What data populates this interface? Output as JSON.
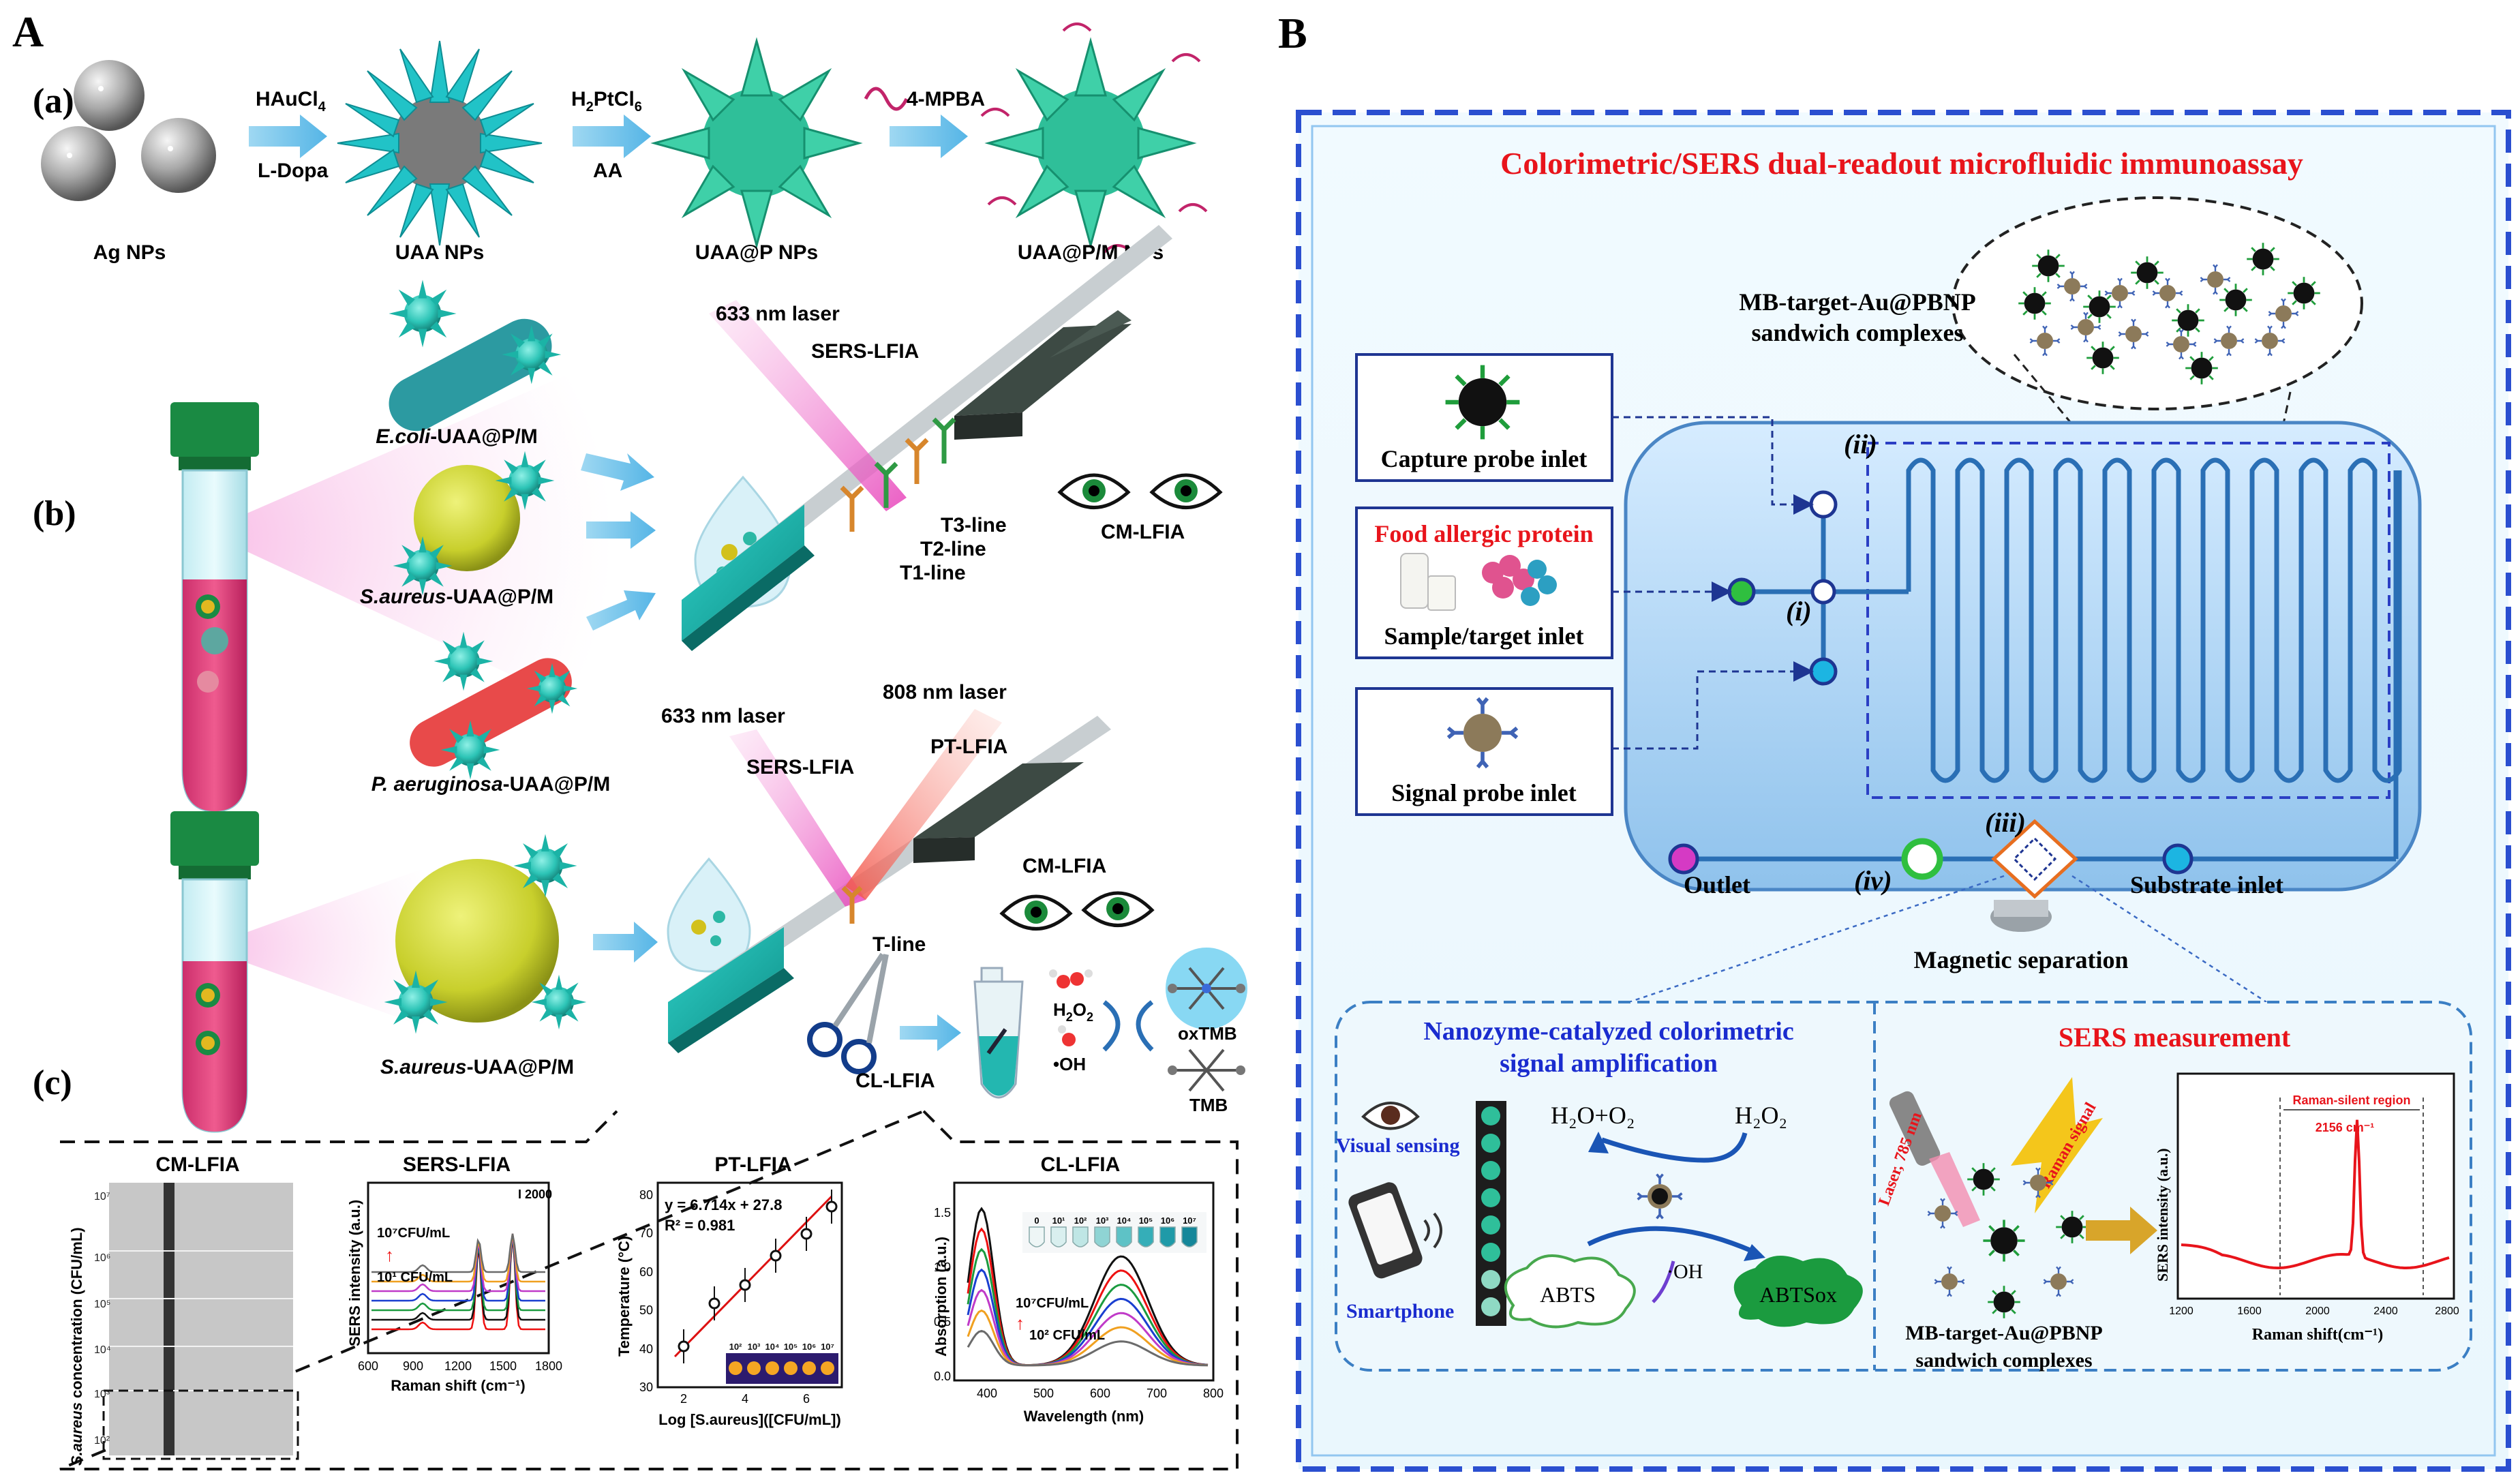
{
  "panelA": {
    "letter": "A",
    "a": {
      "tag": "(a)",
      "step1_reagent_top": "HAuCl",
      "step1_reagent_top_sub": "4",
      "step1_reagent_bottom": "L-Dopa",
      "step2_reagent_top_pre": "H",
      "step2_reagent_top_sub1": "2",
      "step2_reagent_top_mid": "PtCl",
      "step2_reagent_top_sub2": "6",
      "step2_reagent_bottom": "AA",
      "step3_reagent": "4-MPBA",
      "np1": "Ag NPs",
      "np2": "UAA NPs",
      "np3": "UAA@P NPs",
      "np4": "UAA@P/M NPs"
    },
    "b": {
      "tag": "(b)",
      "ecoli_italic": "E.coli",
      "ecoli_rest": "-UAA@P/M",
      "saureus_italic": "S.aureus",
      "saureus_rest": "-UAA@P/M",
      "paer_italic": "P. aeruginosa",
      "paer_rest": "-UAA@P/M",
      "laser_top": "633 nm laser",
      "sers_top": "SERS-LFIA",
      "t3": "T3-line",
      "t2": "T2-line",
      "t1": "T1-line",
      "cm_top": "CM-LFIA",
      "laser633_lower": "633 nm laser",
      "laser808": "808 nm laser",
      "sers_lower": "SERS-LFIA",
      "pt_lower": "PT-LFIA",
      "cm_lower": "CM-LFIA",
      "tline": "T-line",
      "saureus2_italic": "S.aureus",
      "saureus2_rest": "-UAA@P/M",
      "cl_lfia": "CL-LFIA",
      "h2o2": "H",
      "h2o2_sub1": "2",
      "h2o2_o": "O",
      "h2o2_sub2": "2",
      "oh": "•OH",
      "oxtmb": "oxTMB",
      "tmb": "TMB"
    },
    "c": {
      "tag": "(c)",
      "cm": {
        "title": "CM-LFIA",
        "ylabel_italic": "S.aureus",
        "ylabel_rest": " concentration (CFU/mL)",
        "ticks": [
          "10⁷",
          "10⁶",
          "10⁵",
          "10⁴",
          "10³",
          "10²"
        ]
      },
      "sers": {
        "title": "SERS-LFIA",
        "ylabel": "SERS intensity (a.u.)",
        "xlabel": "Raman shift (cm⁻¹)",
        "xticks": [
          "600",
          "900",
          "1200",
          "1500",
          "1800"
        ],
        "scale": "2000",
        "label_top": "10⁷CFU/mL",
        "label_bottom": "10¹ CFU/mL"
      },
      "pt": {
        "title": "PT-LFIA",
        "ylabel": "Temperature (°C)",
        "xlabel": "Log [S.aureus]([CFU/mL])",
        "eq": "y = 6.714x + 27.8",
        "r2": "R² = 0.981",
        "yticks": [
          "30",
          "40",
          "50",
          "60",
          "70",
          "80"
        ],
        "xticks": [
          "2",
          "4",
          "6"
        ],
        "thermal_labels": [
          "10²",
          "10³",
          "10⁴",
          "10⁵",
          "10⁶",
          "10⁷"
        ]
      },
      "cl": {
        "title": "CL-LFIA",
        "ylabel": "Absorption (a.u.)",
        "xlabel": "Wavelength (nm)",
        "yticks": [
          "0.0",
          "0.5",
          "1.0",
          "1.5"
        ],
        "xticks": [
          "400",
          "500",
          "600",
          "700",
          "800"
        ],
        "label_top": "10⁷CFU/mL",
        "label_bottom": "10² CFU/mL",
        "vial_labels": [
          "0",
          "10¹",
          "10²",
          "10³",
          "10⁴",
          "10⁵",
          "10⁶",
          "10⁷"
        ]
      }
    }
  },
  "panelB": {
    "letter": "B",
    "title": "Colorimetric/SERS dual-readout microfluidic immunoassay",
    "complex_line1": "MB-target-Au@PBNP",
    "complex_line2": "sandwich complexes",
    "capture_inlet": "Capture probe inlet",
    "food_allergic": "Food allergic protein",
    "sample_inlet": "Sample/target inlet",
    "signal_inlet": "Signal probe inlet",
    "roman_i": "(i)",
    "roman_ii": "(ii)",
    "roman_iii": "(iii)",
    "roman_iv": "(iv)",
    "outlet": "Outlet",
    "substrate_inlet": "Substrate inlet",
    "magnetic": "Magnetic separation",
    "nano_title1": "Nanozyme-catalyzed colorimetric",
    "nano_title2": "signal amplification",
    "visual_sensing": "Visual sensing",
    "smartphone": "Smartphone",
    "h2o_o2": "H₂O+O₂",
    "h2o2": "H₂O₂",
    "oh": "·OH",
    "abts": "ABTS",
    "abtsox": "ABTSox",
    "sers_title": "SERS measurement",
    "laser_label": "Laser, 785 nm",
    "raman_signal": "Raman signal",
    "complex2_line1": "MB-target-Au@PBNP",
    "complex2_line2": "sandwich complexes",
    "spectrum": {
      "ylabel": "SERS intensity (a.u.)",
      "xlabel": "Raman shift(cm⁻¹)",
      "xticks": [
        "1200",
        "1600",
        "2000",
        "2400",
        "2800"
      ],
      "region": "Raman-silent region",
      "peak": "2156 cm⁻¹"
    }
  },
  "colors": {
    "cyan": "#2ccbd0",
    "teal": "#1f9c94",
    "pink": "#e2467b",
    "red_title": "#e8141b",
    "blue_title": "#1a2ccf",
    "navy": "#1e3592",
    "green_tube": "#1a7a3a"
  }
}
